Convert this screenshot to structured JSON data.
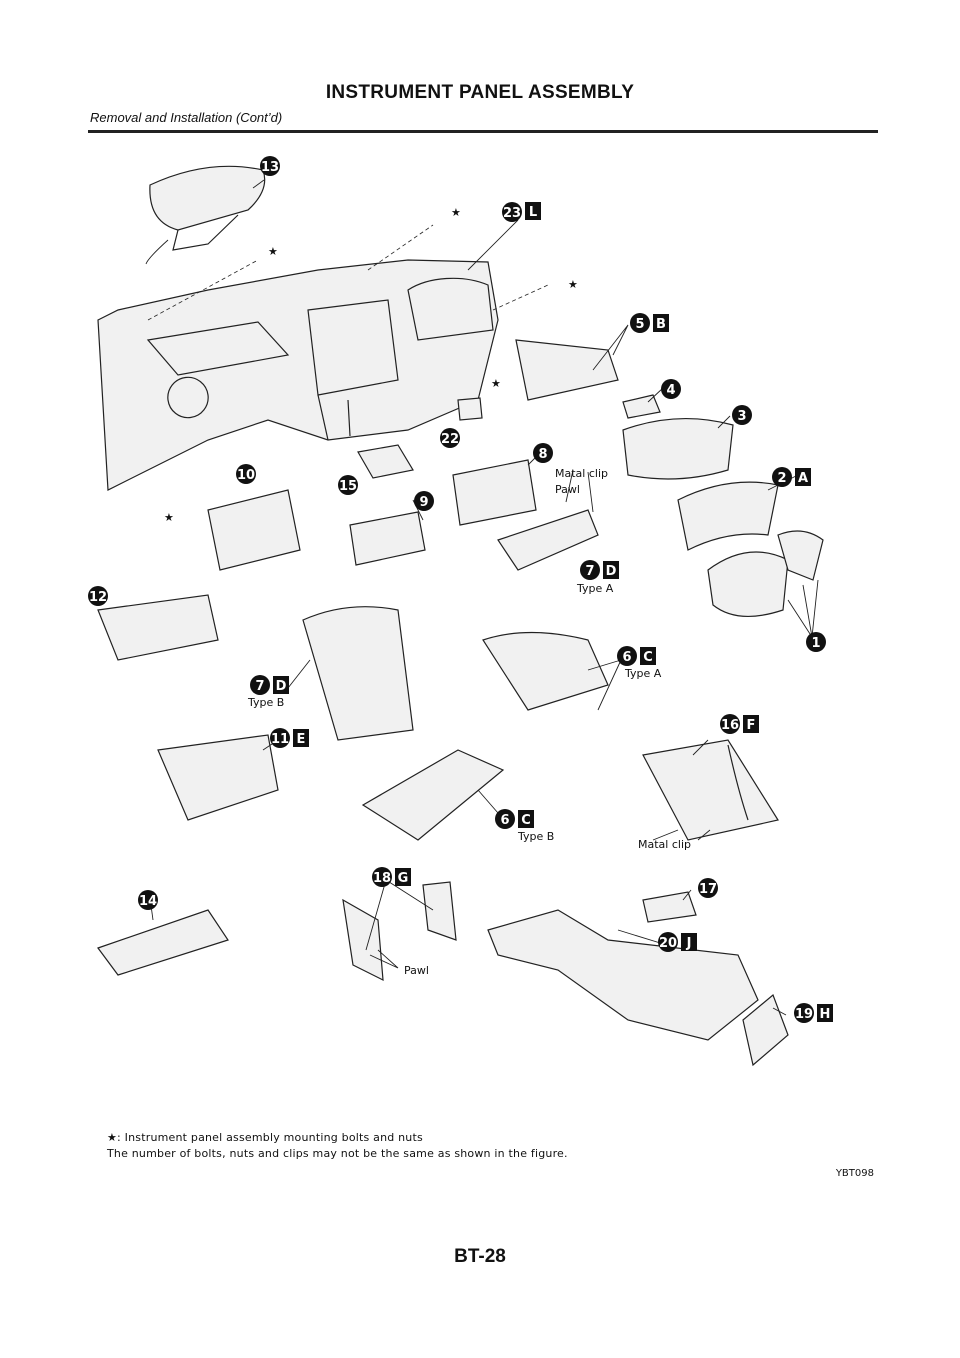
{
  "header": {
    "title": "INSTRUMENT PANEL ASSEMBLY",
    "subtitle": "Removal and Installation (Cont’d)"
  },
  "callouts": [
    {
      "num": "13"
    },
    {
      "num": "23",
      "letter": "L"
    },
    {
      "num": "5",
      "letter": "B"
    },
    {
      "num": "4"
    },
    {
      "num": "3"
    },
    {
      "num": "2",
      "letter": "A"
    },
    {
      "num": "22"
    },
    {
      "num": "8"
    },
    {
      "num": "15"
    },
    {
      "num": "10"
    },
    {
      "num": "9"
    },
    {
      "num": "7",
      "letter": "D"
    },
    {
      "num": "12"
    },
    {
      "num": "1"
    },
    {
      "num": "7",
      "letter": "D"
    },
    {
      "num": "6",
      "letter": "C"
    },
    {
      "num": "11",
      "letter": "E"
    },
    {
      "num": "16",
      "letter": "F"
    },
    {
      "num": "6",
      "letter": "C"
    },
    {
      "num": "14"
    },
    {
      "num": "18",
      "letter": "G"
    },
    {
      "num": "17"
    },
    {
      "num": "20",
      "letter": "J"
    },
    {
      "num": "19",
      "letter": "H"
    }
  ],
  "labels": {
    "matal_clip": "Matal clip",
    "pawl": "Pawl",
    "type_a": "Type A",
    "type_b": "Type B",
    "star": "★"
  },
  "notes": {
    "line1": "★: Instrument panel assembly mounting bolts and nuts",
    "line2": "The number of bolts, nuts and clips may not be the same as shown in the figure."
  },
  "figure_id": "YBT098",
  "page_number": "BT-28"
}
